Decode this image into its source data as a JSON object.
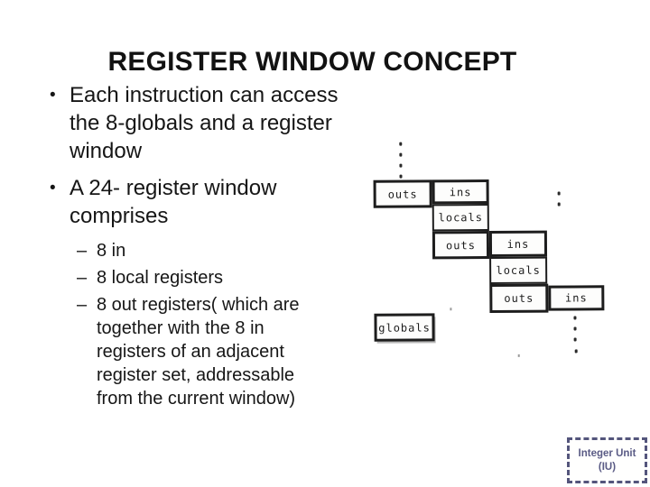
{
  "slide": {
    "title": "REGISTER WINDOW CONCEPT",
    "bullet_marker": "•",
    "sub_marker": "–",
    "bullets": [
      {
        "lines": [
          "Each instruction can access",
          "the 8-globals and a register",
          "window"
        ]
      },
      {
        "lines": [
          "A 24- register window",
          "comprises"
        ]
      }
    ],
    "sub_bullets": [
      {
        "lines": [
          "8 in"
        ]
      },
      {
        "lines": [
          "8 local registers"
        ]
      },
      {
        "lines": [
          "8 out registers( which are",
          "together with the 8 in",
          "registers of an adjacent",
          "register set, addressable",
          "from the current window)"
        ]
      }
    ]
  },
  "diagram": {
    "windows": [
      {
        "outs": "outs",
        "ins": "ins",
        "locals": "locals"
      },
      {
        "outs": "outs",
        "ins": "ins",
        "locals": "locals"
      },
      {
        "outs": "outs",
        "ins": "ins"
      }
    ],
    "globals_label": "globals"
  },
  "integer_unit_box": {
    "line1": "Integer Unit",
    "line2": "(IU)",
    "accent_color": "#54557c"
  }
}
